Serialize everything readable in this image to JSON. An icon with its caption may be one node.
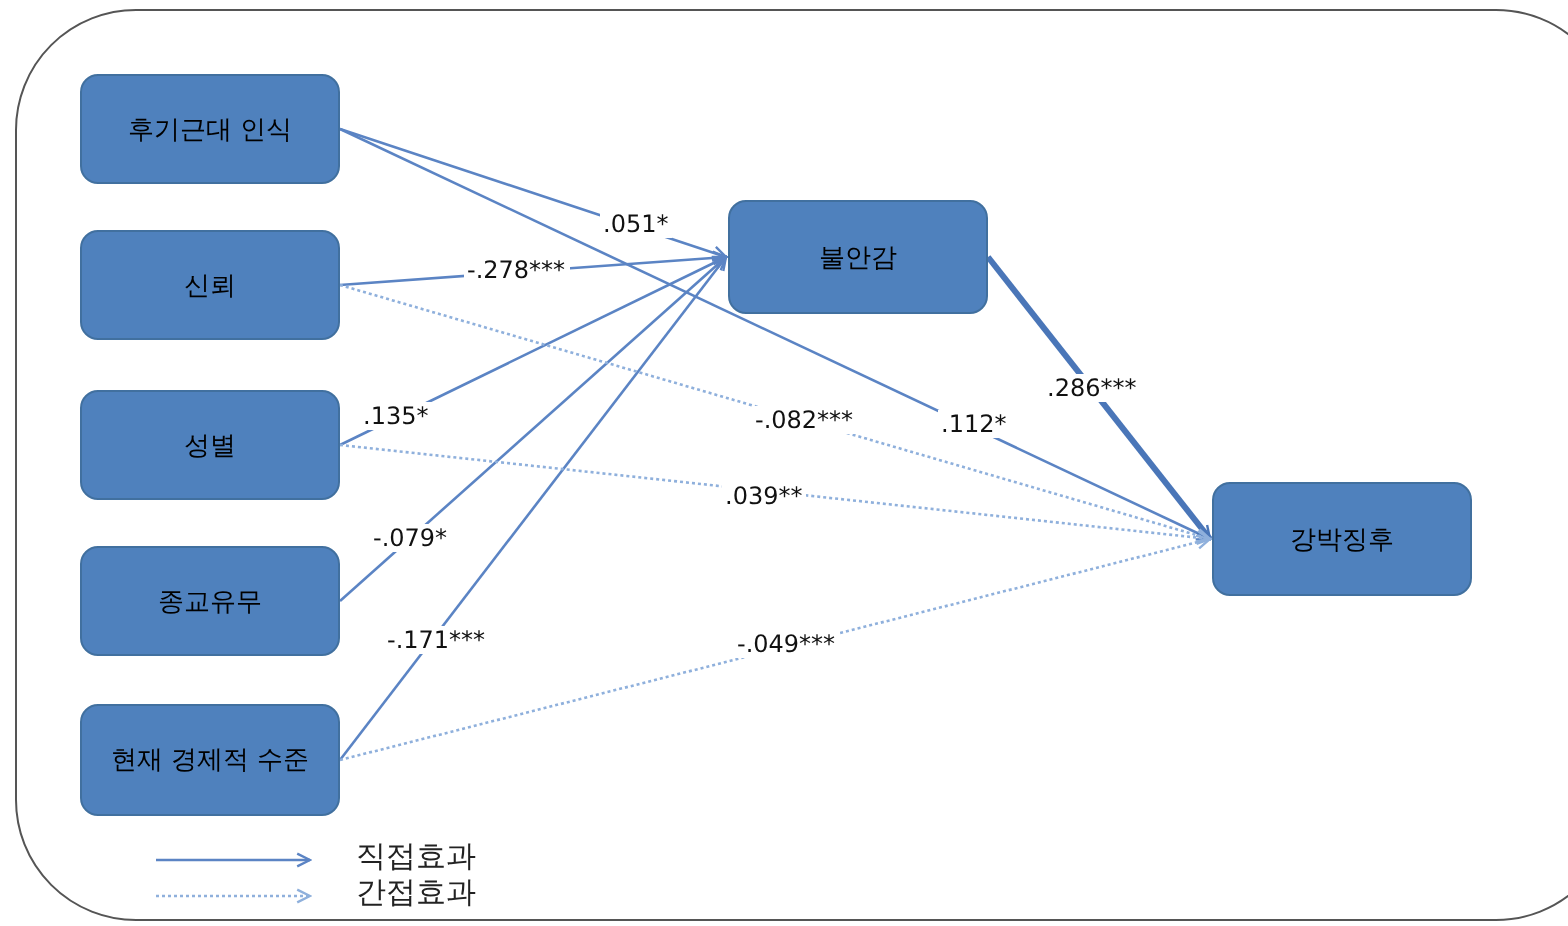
{
  "diagram": {
    "nodes": [
      {
        "text": [
          "후기근대 인식"
        ]
      },
      {
        "text": [
          "신뢰"
        ]
      },
      {
        "text": [
          "성별"
        ]
      },
      {
        "text": [
          "종교유무"
        ]
      },
      {
        "text": [
          "현재 경제적 수준"
        ]
      },
      {
        "text": [
          "불안감"
        ]
      },
      {
        "text": [
          "강박징후"
        ]
      }
    ],
    "edges": [
      {
        "from": 0,
        "to": 5,
        "arrow": "to",
        "label": ".051*"
      },
      {
        "from": 1,
        "to": 5,
        "arrow": "to",
        "label": "-.278***"
      },
      {
        "from": 2,
        "to": 5,
        "arrow": "to",
        "label": ".135*"
      },
      {
        "from": 3,
        "to": 5,
        "arrow": "to",
        "label": "-.079*"
      },
      {
        "from": 4,
        "to": 5,
        "arrow": "to",
        "label": "-.171***"
      },
      {
        "from": 0,
        "to": 6,
        "arrow": "to",
        "label": ".112*"
      },
      {
        "from": 5,
        "to": 6,
        "arrow": "to",
        "label": ".286***",
        "style": "thick"
      },
      {
        "from": 1,
        "to": 6,
        "arrow": "to",
        "label": "-.082***",
        "style": "dashed"
      },
      {
        "from": 2,
        "to": 6,
        "arrow": "to",
        "label": ".039**",
        "style": "dashed"
      },
      {
        "from": 4,
        "to": 6,
        "arrow": "to",
        "label": "-.049***",
        "style": "dashed"
      }
    ],
    "legend": [
      {
        "text": "직접효과"
      },
      {
        "text": "간접효과"
      }
    ]
  }
}
